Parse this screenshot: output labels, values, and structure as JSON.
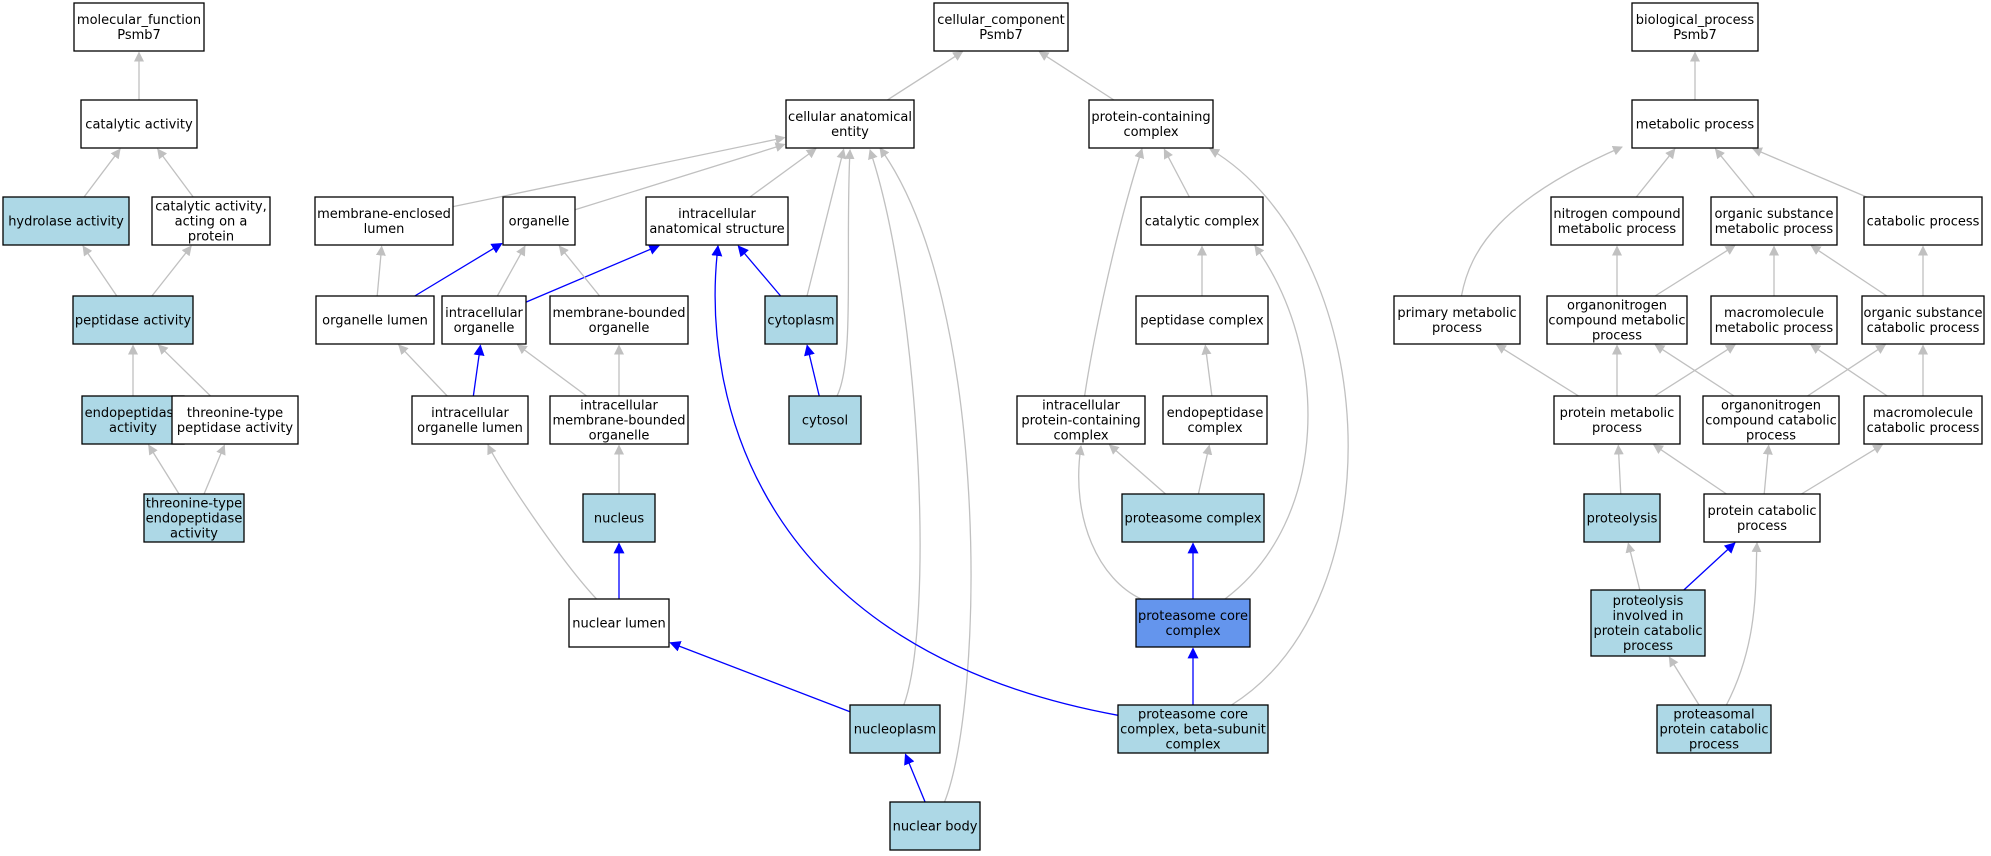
{
  "colors": {
    "plain": "#ffffff",
    "annotated": "#add8e6",
    "focus": "#6495ed",
    "edge_default": "#c0c0c0",
    "edge_path": "#0000ff",
    "node_border": "#000000"
  },
  "nodes": [
    {
      "id": "mf",
      "lines": [
        "molecular_function",
        "Psmb7"
      ],
      "style": "plain"
    },
    {
      "id": "catact",
      "lines": [
        "catalytic activity"
      ],
      "style": "plain"
    },
    {
      "id": "hydro",
      "lines": [
        "hydrolase activity"
      ],
      "style": "annotated"
    },
    {
      "id": "catprot",
      "lines": [
        "catalytic activity,",
        "acting on a",
        "protein"
      ],
      "style": "plain"
    },
    {
      "id": "pepact",
      "lines": [
        "peptidase activity"
      ],
      "style": "annotated"
    },
    {
      "id": "endoact",
      "lines": [
        "endopeptidase",
        "activity"
      ],
      "style": "annotated"
    },
    {
      "id": "thrpep",
      "lines": [
        "threonine-type",
        "peptidase activity"
      ],
      "style": "plain"
    },
    {
      "id": "threndo",
      "lines": [
        "threonine-type",
        "endopeptidase",
        "activity"
      ],
      "style": "annotated"
    },
    {
      "id": "cc",
      "lines": [
        "cellular_component",
        "Psmb7"
      ],
      "style": "plain"
    },
    {
      "id": "cae",
      "lines": [
        "cellular anatomical",
        "entity"
      ],
      "style": "plain"
    },
    {
      "id": "pcc",
      "lines": [
        "protein-containing",
        "complex"
      ],
      "style": "plain"
    },
    {
      "id": "mel",
      "lines": [
        "membrane-enclosed",
        "lumen"
      ],
      "style": "plain"
    },
    {
      "id": "organelle",
      "lines": [
        "organelle"
      ],
      "style": "plain"
    },
    {
      "id": "ias",
      "lines": [
        "intracellular",
        "anatomical structure"
      ],
      "style": "plain"
    },
    {
      "id": "catcomplex",
      "lines": [
        "catalytic complex"
      ],
      "style": "plain"
    },
    {
      "id": "orglumen",
      "lines": [
        "organelle lumen"
      ],
      "style": "plain"
    },
    {
      "id": "intorg",
      "lines": [
        "intracellular",
        "organelle"
      ],
      "style": "plain"
    },
    {
      "id": "mbo",
      "lines": [
        "membrane-bounded",
        "organelle"
      ],
      "style": "plain"
    },
    {
      "id": "cytoplasm",
      "lines": [
        "cytoplasm"
      ],
      "style": "annotated"
    },
    {
      "id": "pepcomplex",
      "lines": [
        "peptidase complex"
      ],
      "style": "plain"
    },
    {
      "id": "iol",
      "lines": [
        "intracellular",
        "organelle lumen"
      ],
      "style": "plain"
    },
    {
      "id": "imbo",
      "lines": [
        "intracellular",
        "membrane-bounded",
        "organelle"
      ],
      "style": "plain"
    },
    {
      "id": "cytosol",
      "lines": [
        "cytosol"
      ],
      "style": "annotated"
    },
    {
      "id": "ipcc",
      "lines": [
        "intracellular",
        "protein-containing",
        "complex"
      ],
      "style": "plain"
    },
    {
      "id": "endocomplex",
      "lines": [
        "endopeptidase",
        "complex"
      ],
      "style": "plain"
    },
    {
      "id": "nucleus",
      "lines": [
        "nucleus"
      ],
      "style": "annotated"
    },
    {
      "id": "proteasome",
      "lines": [
        "proteasome complex"
      ],
      "style": "annotated"
    },
    {
      "id": "nuclumen",
      "lines": [
        "nuclear lumen"
      ],
      "style": "plain"
    },
    {
      "id": "pcore",
      "lines": [
        "proteasome core",
        "complex"
      ],
      "style": "focus"
    },
    {
      "id": "nucleoplasm",
      "lines": [
        "nucleoplasm"
      ],
      "style": "annotated"
    },
    {
      "id": "pbeta",
      "lines": [
        "proteasome core",
        "complex, beta-subunit",
        "complex"
      ],
      "style": "annotated"
    },
    {
      "id": "nucbody",
      "lines": [
        "nuclear body"
      ],
      "style": "annotated"
    },
    {
      "id": "bp",
      "lines": [
        "biological_process",
        "Psmb7"
      ],
      "style": "plain"
    },
    {
      "id": "metab",
      "lines": [
        "metabolic process"
      ],
      "style": "plain"
    },
    {
      "id": "ncmp",
      "lines": [
        "nitrogen compound",
        "metabolic process"
      ],
      "style": "plain"
    },
    {
      "id": "osmp",
      "lines": [
        "organic substance",
        "metabolic process"
      ],
      "style": "plain"
    },
    {
      "id": "catabolic",
      "lines": [
        "catabolic process"
      ],
      "style": "plain"
    },
    {
      "id": "pmp",
      "lines": [
        "primary metabolic",
        "process"
      ],
      "style": "plain"
    },
    {
      "id": "oncmp",
      "lines": [
        "organonitrogen",
        "compound metabolic",
        "process"
      ],
      "style": "plain"
    },
    {
      "id": "mmp",
      "lines": [
        "macromolecule",
        "metabolic process"
      ],
      "style": "plain"
    },
    {
      "id": "oscp",
      "lines": [
        "organic substance",
        "catabolic process"
      ],
      "style": "plain"
    },
    {
      "id": "protmetab",
      "lines": [
        "protein metabolic",
        "process"
      ],
      "style": "plain"
    },
    {
      "id": "onccp",
      "lines": [
        "organonitrogen",
        "compound catabolic",
        "process"
      ],
      "style": "plain"
    },
    {
      "id": "mcp",
      "lines": [
        "macromolecule",
        "catabolic process"
      ],
      "style": "plain"
    },
    {
      "id": "proteolysis",
      "lines": [
        "proteolysis"
      ],
      "style": "annotated"
    },
    {
      "id": "protcat",
      "lines": [
        "protein catabolic",
        "process"
      ],
      "style": "plain"
    },
    {
      "id": "pinvolved",
      "lines": [
        "proteolysis",
        "involved in",
        "protein catabolic",
        "process"
      ],
      "style": "annotated"
    },
    {
      "id": "proteasomal",
      "lines": [
        "proteasomal",
        "protein catabolic",
        "process"
      ],
      "style": "annotated"
    }
  ],
  "edges": [
    {
      "from": "catact",
      "to": "mf",
      "style": "default"
    },
    {
      "from": "hydro",
      "to": "catact",
      "style": "default"
    },
    {
      "from": "catprot",
      "to": "catact",
      "style": "default"
    },
    {
      "from": "pepact",
      "to": "hydro",
      "style": "default"
    },
    {
      "from": "pepact",
      "to": "catprot",
      "style": "default"
    },
    {
      "from": "endoact",
      "to": "pepact",
      "style": "default"
    },
    {
      "from": "thrpep",
      "to": "pepact",
      "style": "default"
    },
    {
      "from": "threndo",
      "to": "endoact",
      "style": "default"
    },
    {
      "from": "threndo",
      "to": "thrpep",
      "style": "default"
    },
    {
      "from": "cae",
      "to": "cc",
      "style": "default"
    },
    {
      "from": "pcc",
      "to": "cc",
      "style": "default"
    },
    {
      "from": "mel",
      "to": "cae",
      "style": "default"
    },
    {
      "from": "organelle",
      "to": "cae",
      "style": "default"
    },
    {
      "from": "ias",
      "to": "cae",
      "style": "default"
    },
    {
      "from": "cytoplasm",
      "to": "cae",
      "style": "default"
    },
    {
      "from": "cytosol",
      "to": "cae",
      "style": "default"
    },
    {
      "from": "nucleoplasm",
      "to": "cae",
      "style": "default"
    },
    {
      "from": "nucbody",
      "to": "cae",
      "style": "default"
    },
    {
      "from": "orglumen",
      "to": "mel",
      "style": "default"
    },
    {
      "from": "orglumen",
      "to": "organelle",
      "style": "path"
    },
    {
      "from": "intorg",
      "to": "organelle",
      "style": "default"
    },
    {
      "from": "intorg",
      "to": "ias",
      "style": "path"
    },
    {
      "from": "mbo",
      "to": "organelle",
      "style": "default"
    },
    {
      "from": "cytoplasm",
      "to": "ias",
      "style": "path"
    },
    {
      "from": "iol",
      "to": "orglumen",
      "style": "default"
    },
    {
      "from": "iol",
      "to": "intorg",
      "style": "path"
    },
    {
      "from": "imbo",
      "to": "intorg",
      "style": "default"
    },
    {
      "from": "imbo",
      "to": "mbo",
      "style": "default"
    },
    {
      "from": "cytosol",
      "to": "cytoplasm",
      "style": "path"
    },
    {
      "from": "nucleus",
      "to": "imbo",
      "style": "default"
    },
    {
      "from": "nuclumen",
      "to": "iol",
      "style": "default"
    },
    {
      "from": "nuclumen",
      "to": "nucleus",
      "style": "path"
    },
    {
      "from": "nucleoplasm",
      "to": "nuclumen",
      "style": "path"
    },
    {
      "from": "nucbody",
      "to": "nucleoplasm",
      "style": "path"
    },
    {
      "from": "pbeta",
      "to": "ias",
      "style": "path"
    },
    {
      "from": "catcomplex",
      "to": "pcc",
      "style": "default"
    },
    {
      "from": "ipcc",
      "to": "pcc",
      "style": "default"
    },
    {
      "from": "pbeta",
      "to": "pcc",
      "style": "default"
    },
    {
      "from": "pepcomplex",
      "to": "catcomplex",
      "style": "default"
    },
    {
      "from": "pcore",
      "to": "catcomplex",
      "style": "default"
    },
    {
      "from": "endocomplex",
      "to": "pepcomplex",
      "style": "default"
    },
    {
      "from": "proteasome",
      "to": "ipcc",
      "style": "default"
    },
    {
      "from": "proteasome",
      "to": "endocomplex",
      "style": "default"
    },
    {
      "from": "pcore",
      "to": "ipcc",
      "style": "default"
    },
    {
      "from": "pcore",
      "to": "proteasome",
      "style": "path"
    },
    {
      "from": "pbeta",
      "to": "pcore",
      "style": "path"
    },
    {
      "from": "metab",
      "to": "bp",
      "style": "default"
    },
    {
      "from": "ncmp",
      "to": "metab",
      "style": "default"
    },
    {
      "from": "osmp",
      "to": "metab",
      "style": "default"
    },
    {
      "from": "catabolic",
      "to": "metab",
      "style": "default"
    },
    {
      "from": "pmp",
      "to": "metab",
      "style": "default"
    },
    {
      "from": "oncmp",
      "to": "ncmp",
      "style": "default"
    },
    {
      "from": "oncmp",
      "to": "osmp",
      "style": "default"
    },
    {
      "from": "mmp",
      "to": "osmp",
      "style": "default"
    },
    {
      "from": "oscp",
      "to": "osmp",
      "style": "default"
    },
    {
      "from": "oscp",
      "to": "catabolic",
      "style": "default"
    },
    {
      "from": "protmetab",
      "to": "pmp",
      "style": "default"
    },
    {
      "from": "protmetab",
      "to": "oncmp",
      "style": "default"
    },
    {
      "from": "protmetab",
      "to": "mmp",
      "style": "default"
    },
    {
      "from": "onccp",
      "to": "oncmp",
      "style": "default"
    },
    {
      "from": "onccp",
      "to": "oscp",
      "style": "default"
    },
    {
      "from": "mcp",
      "to": "mmp",
      "style": "default"
    },
    {
      "from": "mcp",
      "to": "oscp",
      "style": "default"
    },
    {
      "from": "proteolysis",
      "to": "protmetab",
      "style": "default"
    },
    {
      "from": "protcat",
      "to": "protmetab",
      "style": "default"
    },
    {
      "from": "protcat",
      "to": "onccp",
      "style": "default"
    },
    {
      "from": "protcat",
      "to": "mcp",
      "style": "default"
    },
    {
      "from": "pinvolved",
      "to": "proteolysis",
      "style": "default"
    },
    {
      "from": "pinvolved",
      "to": "protcat",
      "style": "path"
    },
    {
      "from": "proteasomal",
      "to": "pinvolved",
      "style": "default"
    },
    {
      "from": "proteasomal",
      "to": "protcat",
      "style": "default"
    }
  ]
}
